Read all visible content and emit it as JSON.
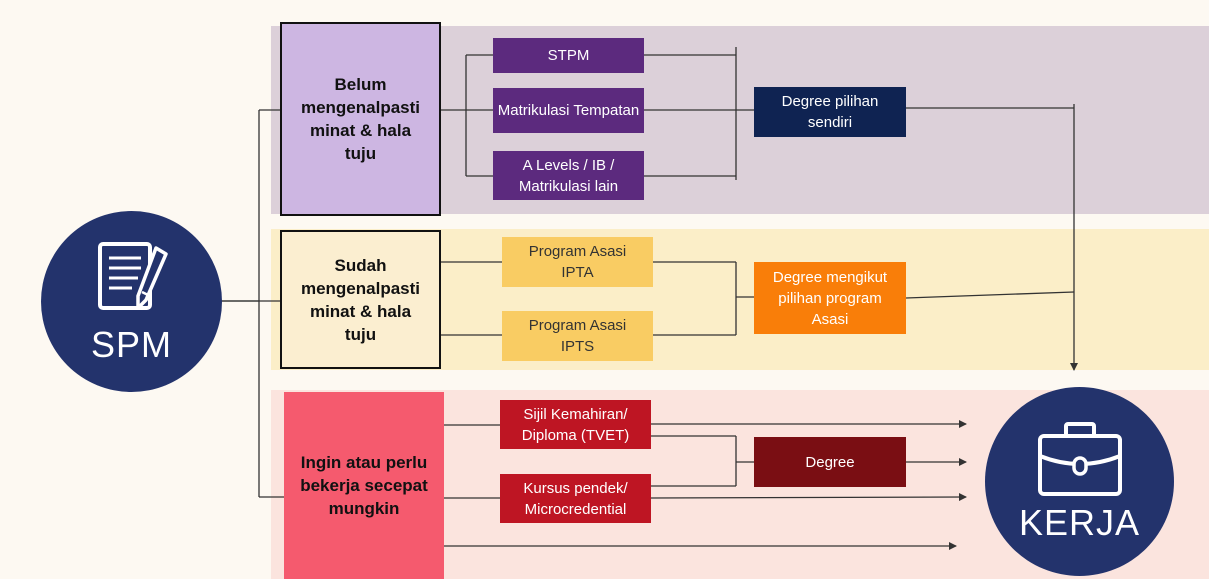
{
  "colors": {
    "band_row1": "#dcd0d9",
    "band_row2": "#fbeec8",
    "band_row3": "#fbe4de",
    "navy": "#23336c",
    "purple_box": "#5c2a7e",
    "purple_cat": "#cdb6e2",
    "yellow_box": "#f9cc63",
    "yellow_cat": "#fbeed0",
    "red_box": "#be1523",
    "red_cat": "#f55a6e",
    "navy_degree": "#0f2352",
    "orange_degree": "#f97e09",
    "darkred_degree": "#7a0e13"
  },
  "start": {
    "label": "SPM",
    "icon": "document-pencil-icon"
  },
  "end": {
    "label": "KERJA",
    "icon": "briefcase-icon"
  },
  "rows": [
    {
      "category": "Belum mengenalpasti minat & hala tuju",
      "options": [
        "STPM",
        "Matrikulasi Tempatan",
        "A Levels / IB / Matrikulasi lain"
      ],
      "outcome": "Degree pilihan sendiri"
    },
    {
      "category": "Sudah mengenalpasti minat & hala tuju",
      "options": [
        "Program Asasi IPTA",
        "Program Asasi IPTS"
      ],
      "outcome": "Degree mengikut pilihan program Asasi"
    },
    {
      "category": "Ingin atau perlu bekerja secepat mungkin",
      "options": [
        "Sijil Kemahiran/ Diploma (TVET)",
        "Kursus pendek/ Microcredential"
      ],
      "outcome": "Degree"
    }
  ]
}
